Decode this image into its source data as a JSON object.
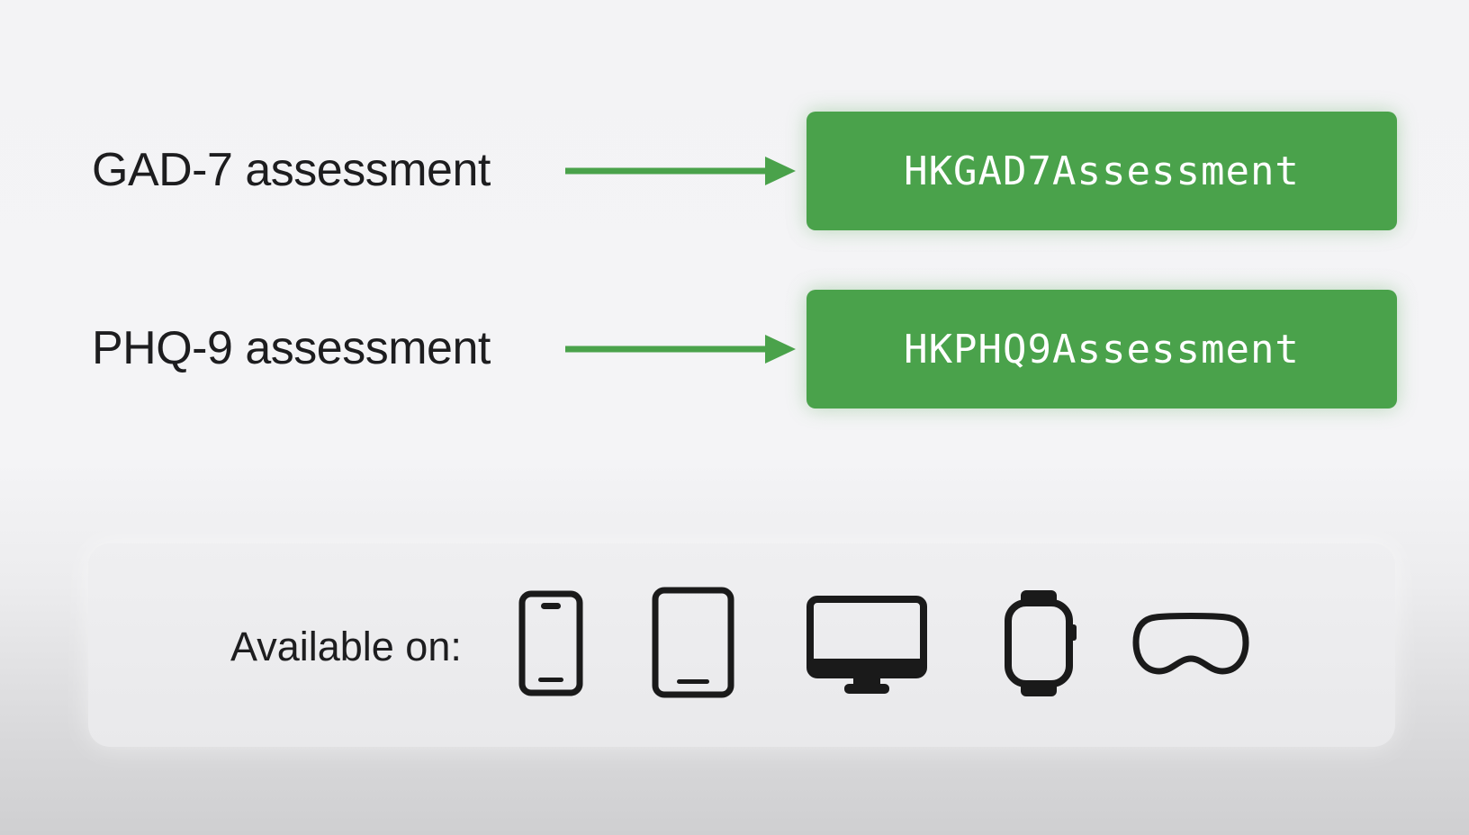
{
  "rows": [
    {
      "label": "GAD-7 assessment",
      "type": "HKGAD7Assessment"
    },
    {
      "label": "PHQ-9 assessment",
      "type": "HKPHQ9Assessment"
    }
  ],
  "availability": {
    "label": "Available on:",
    "devices": [
      "iphone-icon",
      "ipad-icon",
      "mac-icon",
      "apple-watch-icon",
      "vision-pro-icon"
    ]
  },
  "colors": {
    "accent": "#4aa24b",
    "text": "#1d1d1f",
    "box_text": "#ffffff"
  }
}
